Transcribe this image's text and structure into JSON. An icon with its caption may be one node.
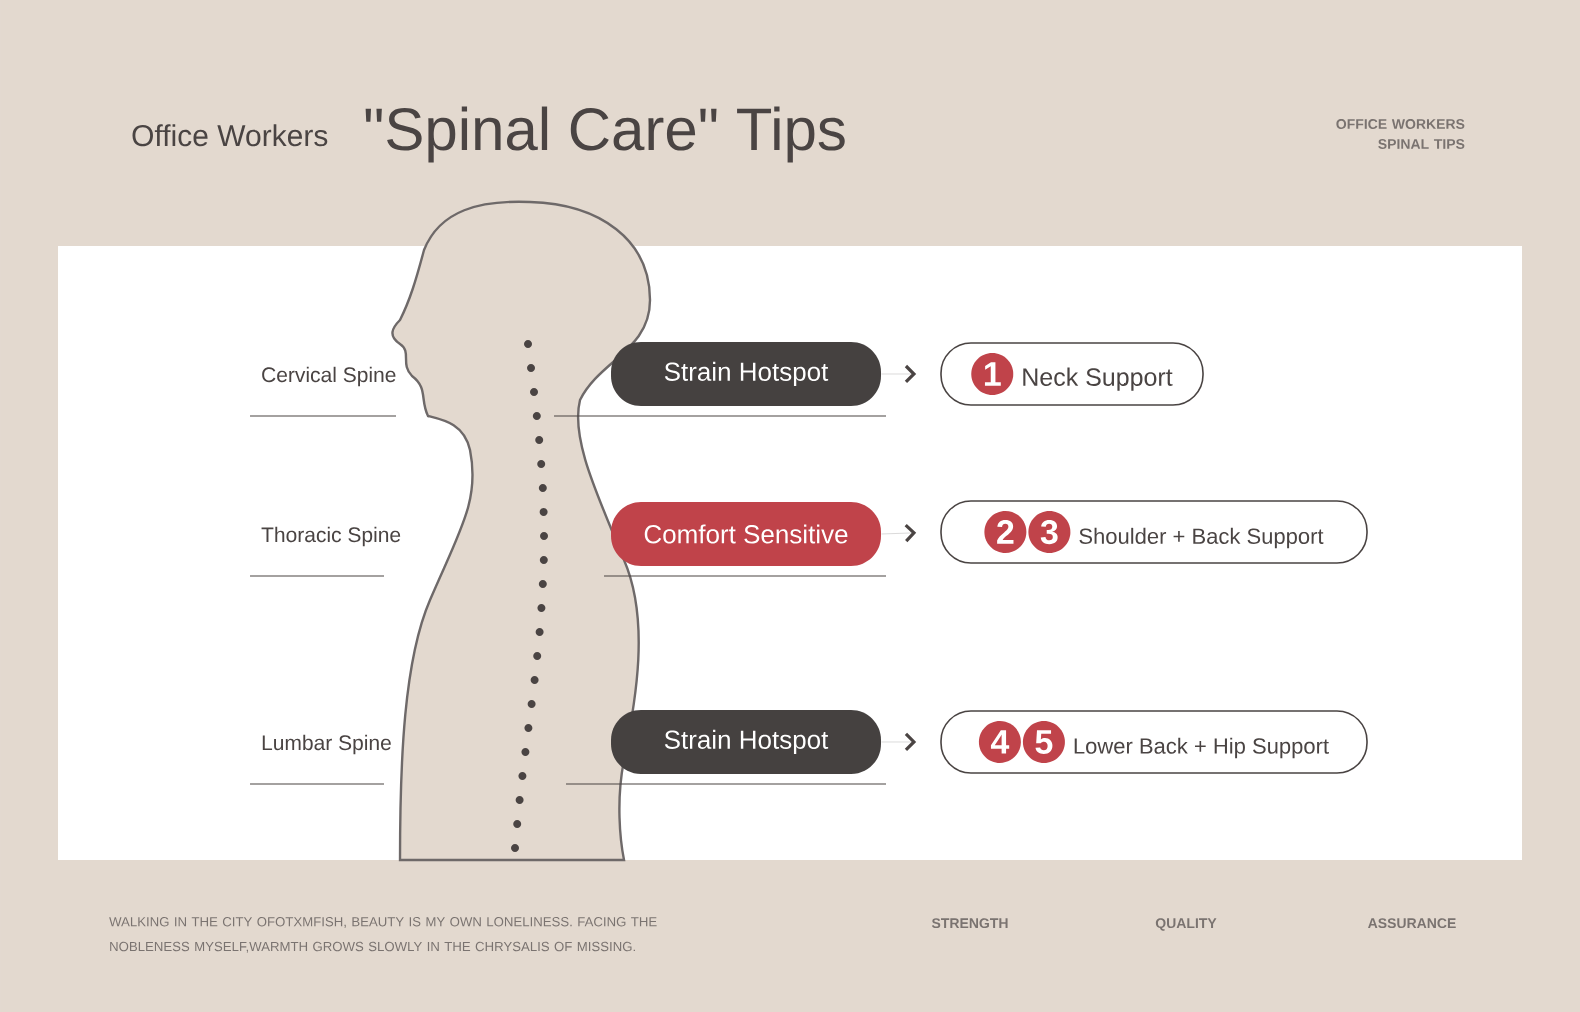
{
  "diagram": {
    "title": "\"Spinal Care\" Tips",
    "nodes": [
      {
        "text": [
          "Strain Hotspot"
        ]
      },
      {
        "text": [
          "1",
          "Neck Support"
        ]
      },
      {
        "text": [
          "Comfort Sensitive"
        ]
      },
      {
        "text": [
          "2",
          "3",
          "Shoulder + Back Support"
        ]
      },
      {
        "text": [
          "Strain Hotspot"
        ]
      },
      {
        "text": [
          "4",
          "5",
          "Lower Back + Hip Support"
        ]
      }
    ],
    "edges": [
      {
        "from": 0,
        "to": 1,
        "arrow": "to"
      },
      {
        "from": 2,
        "to": 3,
        "arrow": "to"
      },
      {
        "from": 4,
        "to": 5,
        "arrow": "to"
      }
    ],
    "labels": [
      "Office Workers",
      "OFFICE WORKERS SPINAL TIPS",
      "Cervical Spine",
      "Thoracic Spine",
      "Lumbar Spine",
      "WALKING IN THE CITY OFOTXMFISH, BEAUTY IS MY OWN LONELINESS. FACING THE NOBLENESS MYSELF,WARMTH GROWS SLOWLY IN THE CHRYSALIS OF MISSING.",
      "STRENGTH",
      "QUALITY",
      "ASSURANCE"
    ]
  }
}
